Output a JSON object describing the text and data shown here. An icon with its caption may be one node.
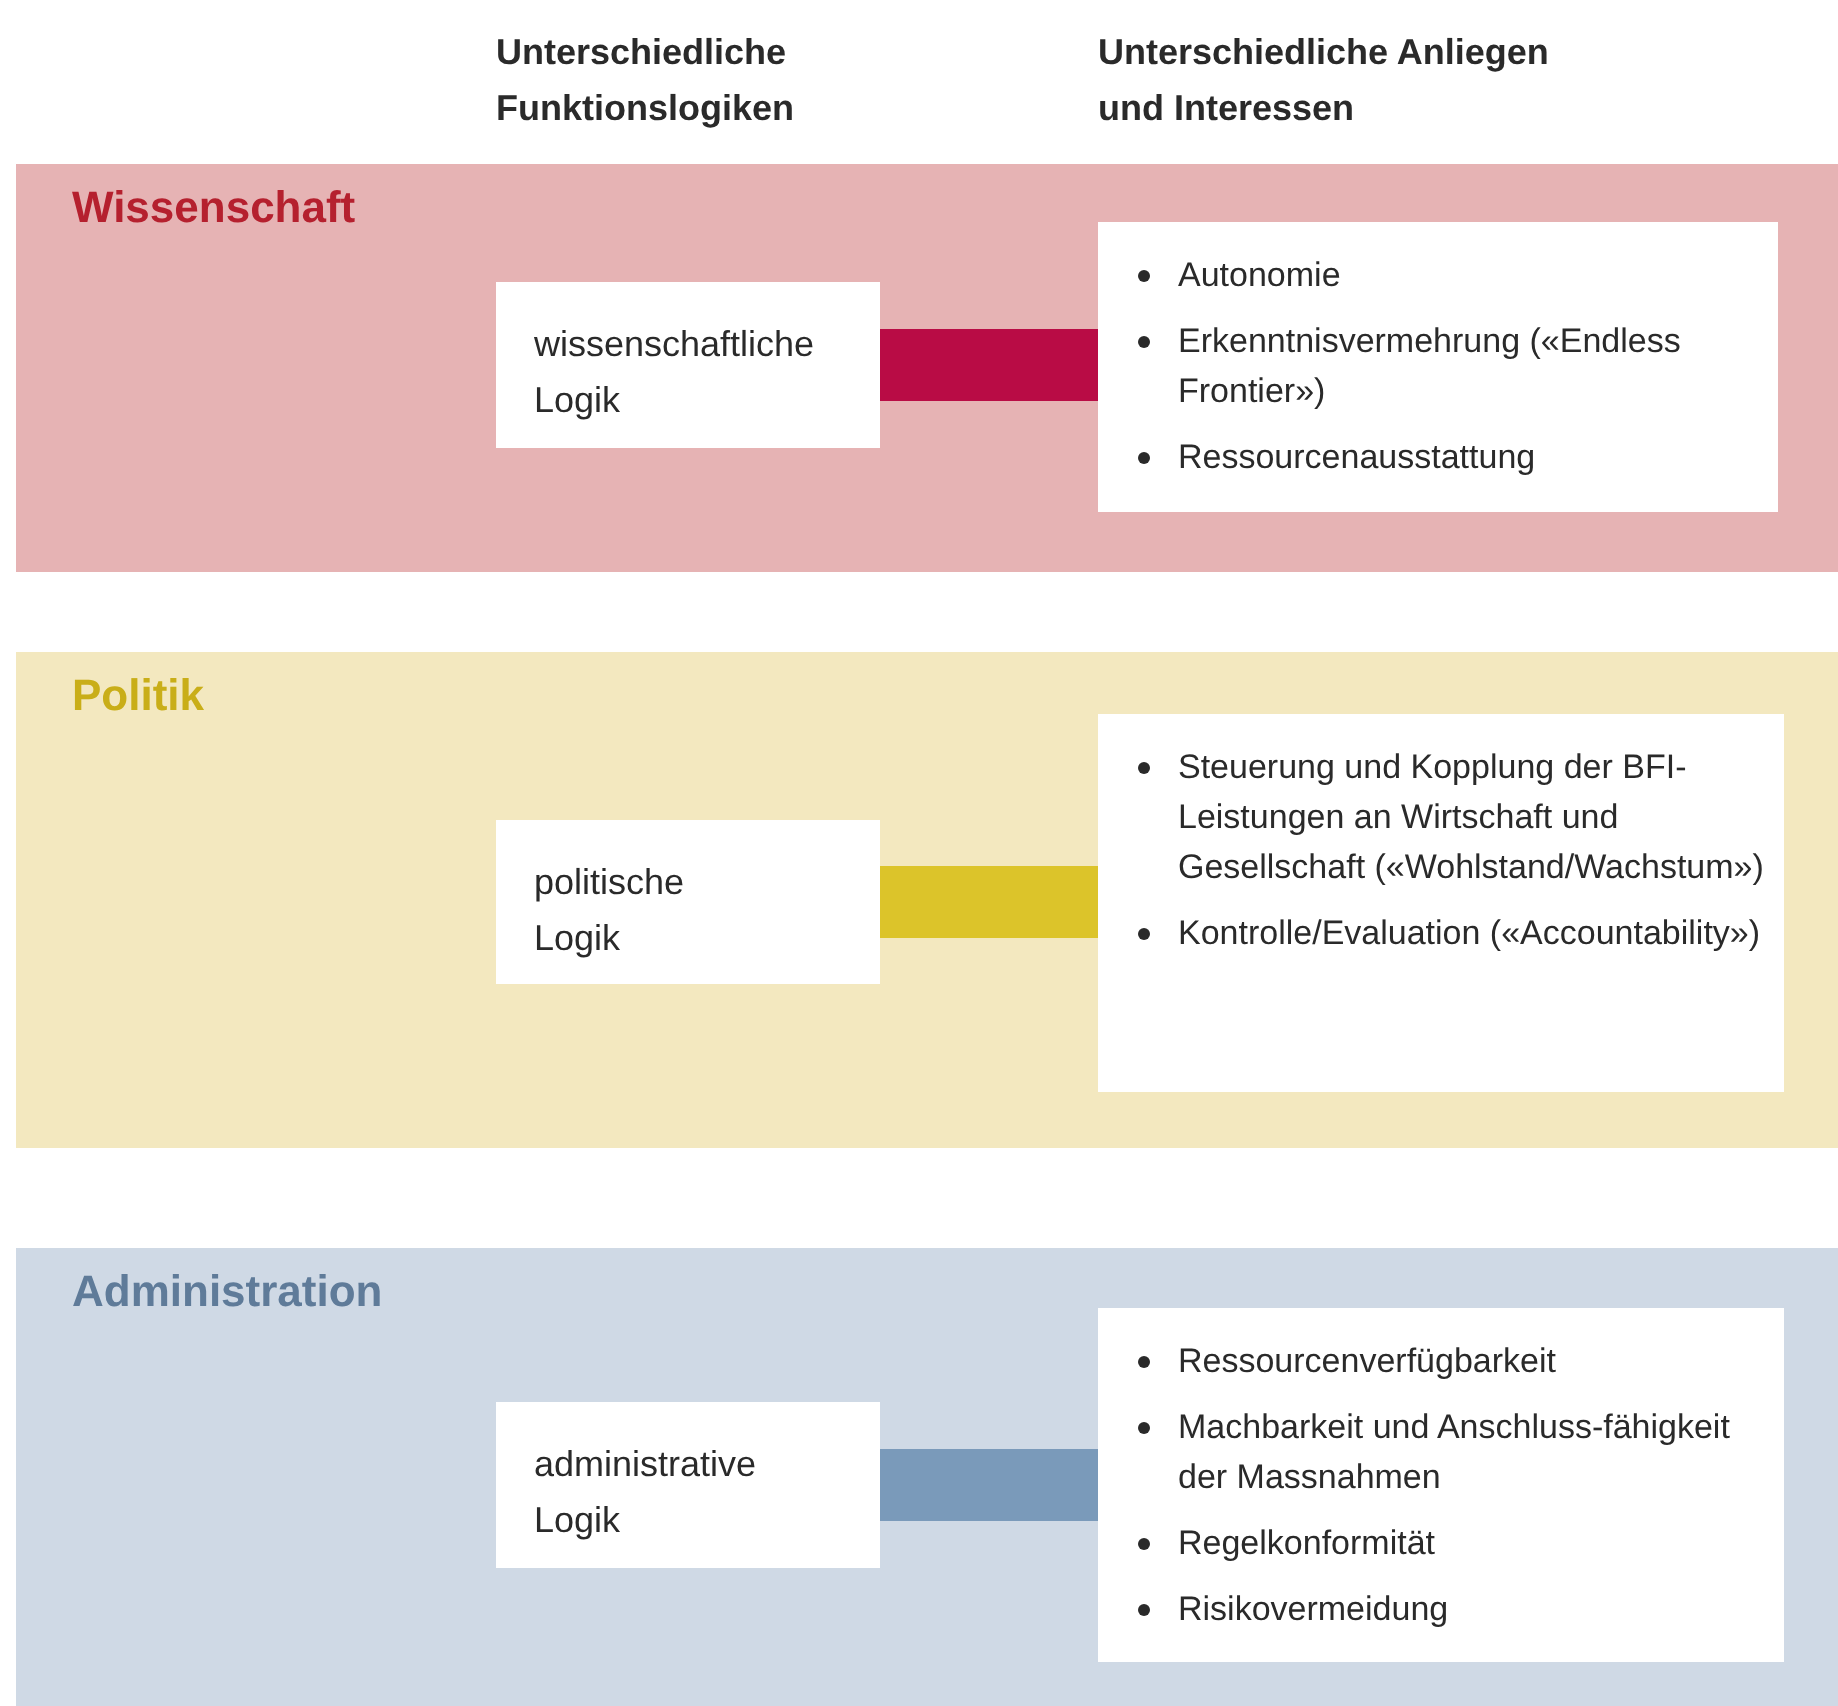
{
  "diagram": {
    "nodes": [
      {
        "text": [
          "Wissenschaft"
        ]
      },
      {
        "text": [
          "wissenschaftliche Logik"
        ],
        "in": 0
      },
      {
        "text": [
          "Autonomie",
          "Erkenntnisvermehrung («Endless Frontier»)",
          "Ressourcenausstattung"
        ],
        "in": 0
      },
      {
        "text": [
          "Politik"
        ]
      },
      {
        "text": [
          "politische Logik"
        ],
        "in": 3
      },
      {
        "text": [
          "Steuerung und Kopplung der BFI-Leistungen an Wirtschaft und Gesellschaft («Wohlstand/Wachstum»)",
          "Kontrolle/Evaluation («Accountability»)"
        ],
        "in": 3
      },
      {
        "text": [
          "Administration"
        ]
      },
      {
        "text": [
          "administrative Logik"
        ],
        "in": 6
      },
      {
        "text": [
          "Ressourcenverfügbarkeit",
          "Machbarkeit und Anschluss-fähigkeit der Massnahmen",
          "Regelkonformität",
          "Risikovermeidung"
        ],
        "in": 6
      }
    ],
    "edges": [
      {
        "from": 1,
        "to": 2,
        "arrow": "none",
        "color": "#b90c45"
      },
      {
        "from": 4,
        "to": 5,
        "arrow": "none",
        "color": "#dcc42a"
      },
      {
        "from": 7,
        "to": 8,
        "arrow": "none",
        "color": "#7a9aba"
      }
    ],
    "labels": [
      "Unterschiedliche Funktionslogiken",
      "Unterschiedliche Anliegen und Interessen"
    ]
  }
}
